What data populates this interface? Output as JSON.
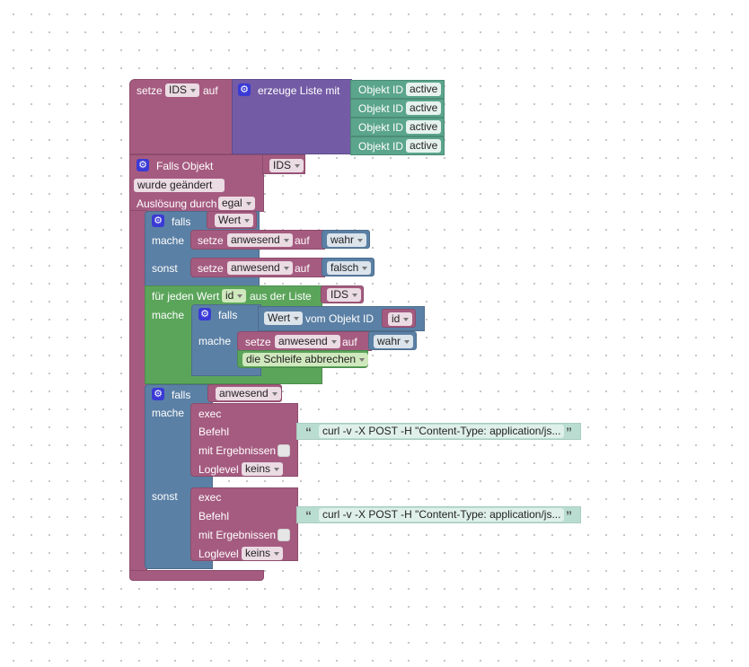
{
  "setze": {
    "label": "setze",
    "var": "IDS",
    "auf": "auf"
  },
  "liste": {
    "label": "erzeuge Liste mit"
  },
  "objekte": [
    {
      "label": "Objekt ID",
      "value": "active"
    },
    {
      "label": "Objekt ID",
      "value": "active"
    },
    {
      "label": "Objekt ID",
      "value": "active"
    },
    {
      "label": "Objekt ID",
      "value": "active"
    }
  ],
  "trigger": {
    "label": "Falls Objekt",
    "var": "IDS",
    "event": "wurde geändert",
    "ausloesung": "Auslösung durch",
    "ausloesung_val": "egal"
  },
  "if1": {
    "falls": "falls",
    "cond": "Wert",
    "mache": "mache",
    "sonst": "sonst",
    "setze1": {
      "label": "setze",
      "var": "anwesend",
      "auf": "auf",
      "val": "wahr"
    },
    "setze2": {
      "label": "setze",
      "var": "anwesend",
      "auf": "auf",
      "val": "falsch"
    }
  },
  "loop": {
    "label": "für jeden Wert",
    "var": "id",
    "aus": "aus der Liste",
    "list": "IDS",
    "mache": "mache",
    "inner": {
      "falls": "falls",
      "wert": "Wert",
      "vom": "vom Objekt ID",
      "id": "id",
      "mache": "mache",
      "setze": {
        "label": "setze",
        "var": "anwesend",
        "auf": "auf",
        "val": "wahr"
      },
      "break": "die Schleife abbrechen"
    }
  },
  "if2": {
    "falls": "falls",
    "cond": "anwesend",
    "mache": "mache",
    "sonst": "sonst",
    "exec1": {
      "exec": "exec",
      "befehl": "Befehl",
      "ergebnis": "mit Ergebnissen",
      "loglevel": "Loglevel",
      "loglevel_val": "keins",
      "cmd": "curl -v -X POST -H \"Content-Type: application/js..."
    },
    "exec2": {
      "exec": "exec",
      "befehl": "Befehl",
      "ergebnis": "mit Ergebnissen",
      "loglevel": "Loglevel",
      "loglevel_val": "keins",
      "cmd": "curl -v -X POST -H \"Content-Type: application/js..."
    }
  }
}
